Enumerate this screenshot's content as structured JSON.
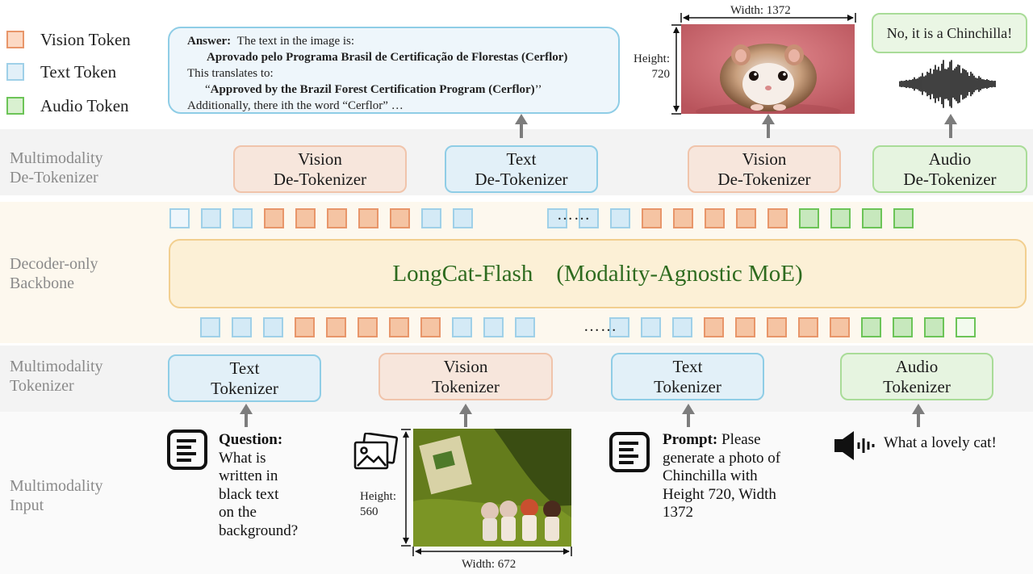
{
  "legend": [
    {
      "label": "Vision Token",
      "kind": "vision"
    },
    {
      "label": "Text Token",
      "kind": "text"
    },
    {
      "label": "Audio Token",
      "kind": "audio"
    }
  ],
  "bands": {
    "detokenizer": "Multimodality\nDe-Tokenizer",
    "backbone": "Decoder-only\nBackbone",
    "tokenizer": "Multimodality\nTokenizer",
    "input": "Multimodality\nInput"
  },
  "answer": {
    "heading": "Answer:",
    "line1": "The text in the image is:",
    "line2": "Aprovado pelo Programa Brasil de Certificação de Florestas (Cerflor)",
    "line3": "This translates to:",
    "line4_q1": "“",
    "line4": "Approved by the Brazil Forest Certification Program (Cerflor)",
    "line4_q2": "’’",
    "line5": "Additionally, there ith the word “Cerflor” …"
  },
  "output_image": {
    "width_label": "Width: 1372",
    "height_label": "Height:\n720"
  },
  "audio_output": {
    "bubble": "No, it is a Chinchilla!"
  },
  "detokenizers": [
    {
      "line1": "Vision",
      "line2": "De-Tokenizer",
      "kind": "vision"
    },
    {
      "line1": "Text",
      "line2": "De-Tokenizer",
      "kind": "text"
    },
    {
      "line1": "Vision",
      "line2": "De-Tokenizer",
      "kind": "vision"
    },
    {
      "line1": "Audio",
      "line2": "De-Tokenizer",
      "kind": "audio"
    }
  ],
  "backbone": {
    "title": "LongCat-Flash (Modality-Agnostic MoE)"
  },
  "ellipsis": "……",
  "tokenizers": [
    {
      "line1": "Text",
      "line2": "Tokenizer",
      "kind": "text"
    },
    {
      "line1": "Vision",
      "line2": "Tokenizer",
      "kind": "vision"
    },
    {
      "line1": "Text",
      "line2": "Tokenizer",
      "kind": "text"
    },
    {
      "line1": "Audio",
      "line2": "Tokenizer",
      "kind": "audio"
    }
  ],
  "inputs": {
    "question_label": "Question:",
    "question_text": "What is\nwritten in\nblack text\non the\nbackground?",
    "image_height_label": "Height:\n560",
    "image_width_label": "Width: 672",
    "prompt_label": "Prompt:",
    "prompt_text_first": "Please",
    "prompt_text_rest": "generate a photo of\nChinchilla with\nHeight 720, Width\n1372",
    "audio_text": "What a lovely cat!"
  },
  "colors": {
    "vision": "#e8966a",
    "text": "#8fcde6",
    "audio": "#6cc457",
    "backbone_text": "#2e6b1f"
  }
}
